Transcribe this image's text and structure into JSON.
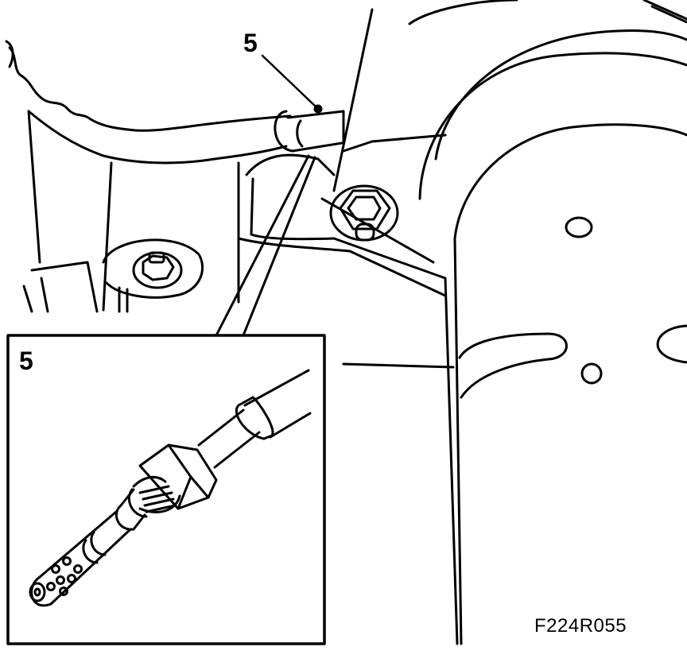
{
  "diagram": {
    "callout_main": "5",
    "callout_inset": "5",
    "figure_code": "F224R055",
    "line_color": "#000000",
    "background_color": "#ffffff"
  }
}
